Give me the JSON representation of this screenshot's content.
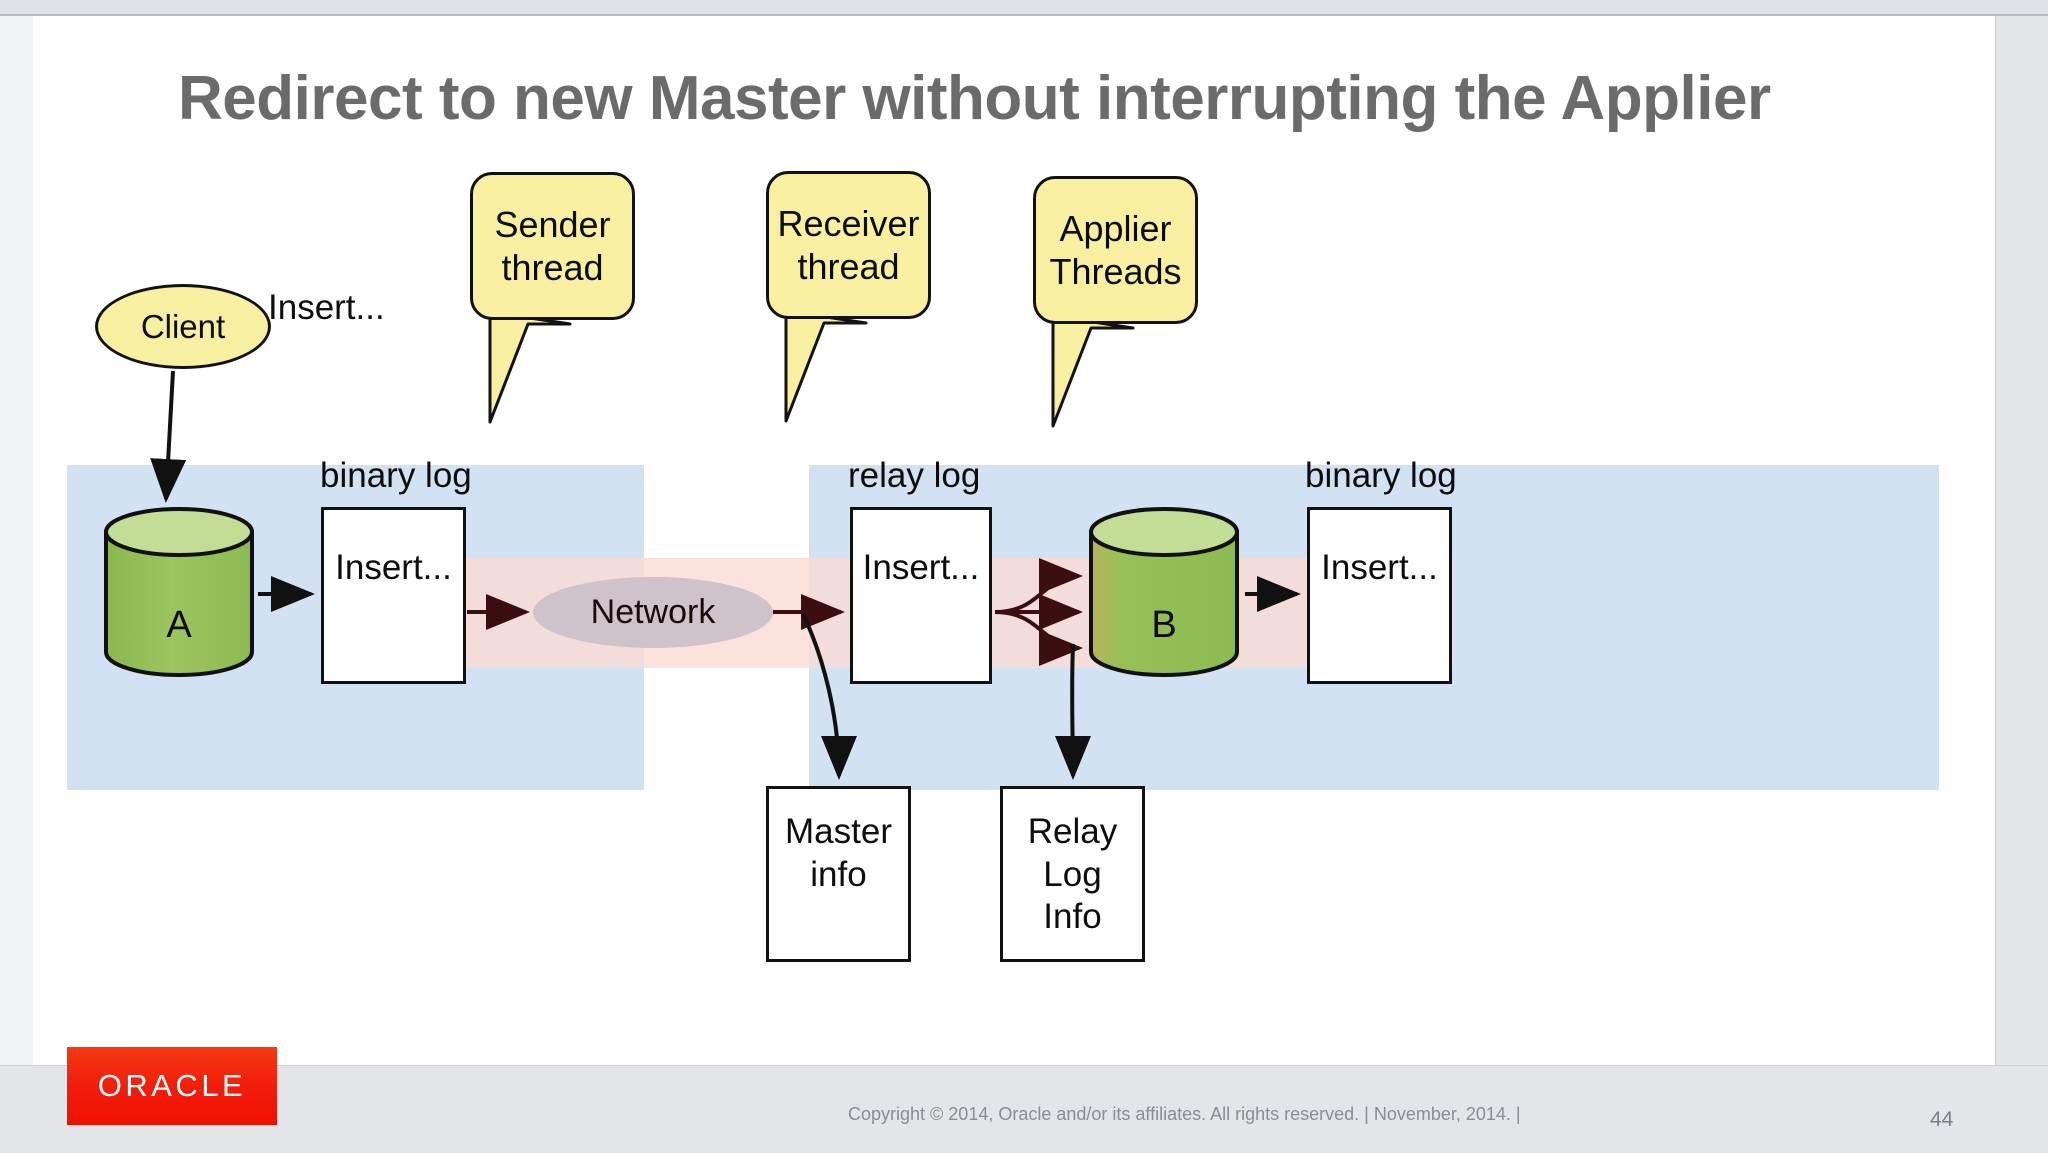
{
  "slide": {
    "title": "Redirect to new Master without interrupting the Applier",
    "page_number": "44",
    "copyright": "Copyright © 2014, Oracle and/or its affiliates. All rights reserved. | November, 2014.  |",
    "brand": "ORACLE"
  },
  "colors": {
    "brand_red": "#f21b0c",
    "band_blue": "#d3e2f2",
    "band_pink": "#fadcd6",
    "callout_yellow": "#f8f0a0",
    "cylinder_green": "#8fbc5a",
    "network_grey": "#cfc2cb",
    "title_grey": "#6b6b6b"
  },
  "diagram": {
    "client": {
      "label": "Client"
    },
    "insert_caption": "Insert...",
    "master_side": {
      "database_label": "A",
      "log_caption": "binary log",
      "log_content": "Insert..."
    },
    "network": {
      "label": "Network"
    },
    "slave_side": {
      "relay_log_caption": "relay log",
      "relay_log_content": "Insert...",
      "database_label": "B",
      "binlog_caption": "binary log",
      "binlog_content": "Insert..."
    },
    "metadata_boxes": [
      {
        "label": "Master\ninfo",
        "lines": [
          "Master",
          "info"
        ]
      },
      {
        "label": "Relay Log Info",
        "lines": [
          "Relay",
          "Log",
          "Info"
        ]
      }
    ],
    "callouts": [
      {
        "id": "sender",
        "lines": [
          "Sender",
          "thread"
        ]
      },
      {
        "id": "receiver",
        "lines": [
          "Receiver",
          "thread"
        ]
      },
      {
        "id": "applier",
        "lines": [
          "Applier",
          "Threads"
        ]
      }
    ]
  }
}
